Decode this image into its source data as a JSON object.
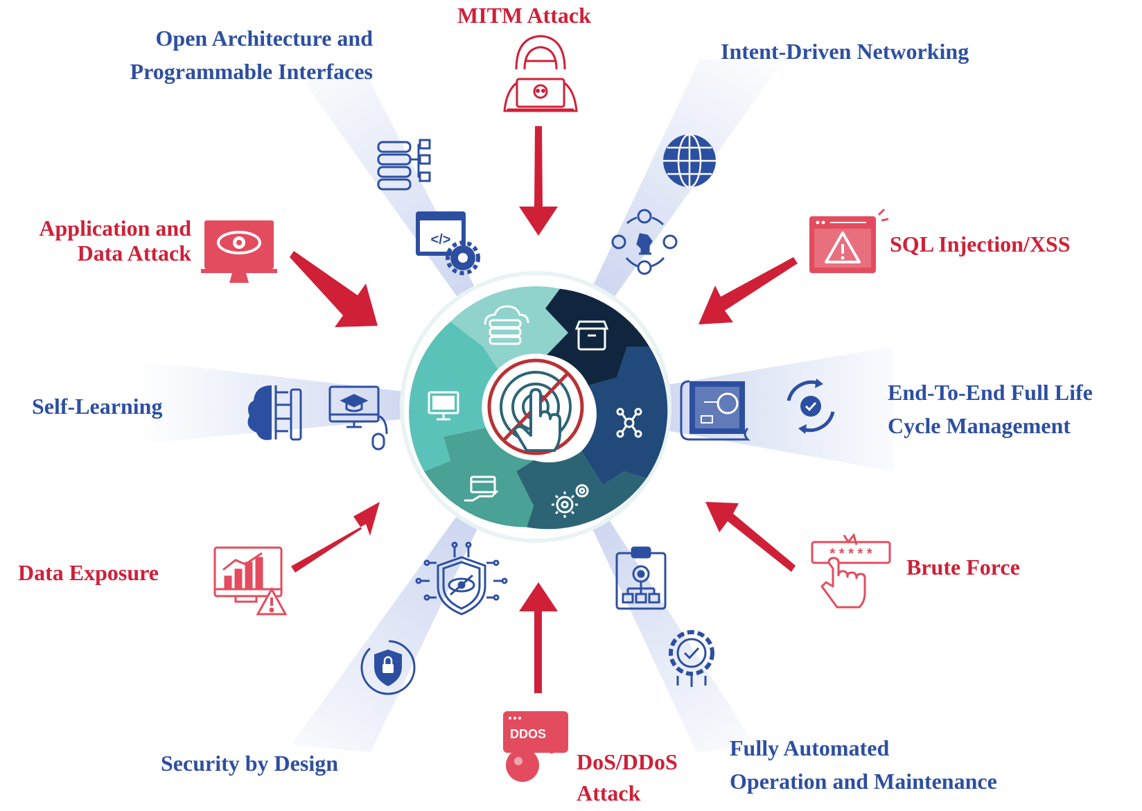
{
  "colors": {
    "blue": "#2d4fa1",
    "red": "#cf2037",
    "ray": "#c9d3ee",
    "hub_segments": [
      "#8fd3cc",
      "#10263f",
      "#21497a",
      "#2c6476",
      "#4aa195",
      "#5bc2b9"
    ],
    "hub_rim": "#e9f3f3",
    "center_ring": "#b83235"
  },
  "features": {
    "open_architecture": [
      "Open Architecture and",
      "Programmable Interfaces"
    ],
    "intent_driven": [
      "Intent-Driven Networking"
    ],
    "self_learning": [
      "Self-Learning"
    ],
    "end_to_end": [
      "End-To-End Full Life",
      "Cycle Management"
    ],
    "security_by_design": [
      "Security by Design"
    ],
    "fully_automated": [
      "Fully Automated",
      "Operation and Maintenance"
    ]
  },
  "attacks": {
    "mitm": [
      "MITM Attack"
    ],
    "app_data": [
      "Application and",
      "Data Attack"
    ],
    "sql": [
      "SQL Injection/XSS"
    ],
    "data_exposure": [
      "Data Exposure"
    ],
    "brute_force": [
      "Brute Force"
    ],
    "ddos": [
      "DoS/DDoS",
      "Attack"
    ]
  },
  "icon_text": {
    "ddos": "DDOS",
    "password_mask": "* * * * *"
  },
  "icons": {
    "ray_icons": [
      "database-network-icon",
      "code-settings-icon",
      "globe-icon",
      "strategy-cycle-icon",
      "brain-circuit-icon",
      "e-learning-computer-icon",
      "blueprint-certificate-icon",
      "refresh-check-icon",
      "ai-shield-eye-icon",
      "lock-shield-icon",
      "workflow-clipboard-icon",
      "gear-check-icon"
    ],
    "attack_icons": [
      "hacker-icon",
      "eye-monitor-icon",
      "browser-warning-icon",
      "chart-warning-icon",
      "password-hand-icon",
      "ddos-bomb-icon"
    ],
    "hub_icons": [
      "cloud-server-icon",
      "box-icon",
      "network-nodes-icon",
      "gears-icon",
      "card-hand-icon",
      "monitor-icon",
      "no-touch-icon"
    ]
  }
}
